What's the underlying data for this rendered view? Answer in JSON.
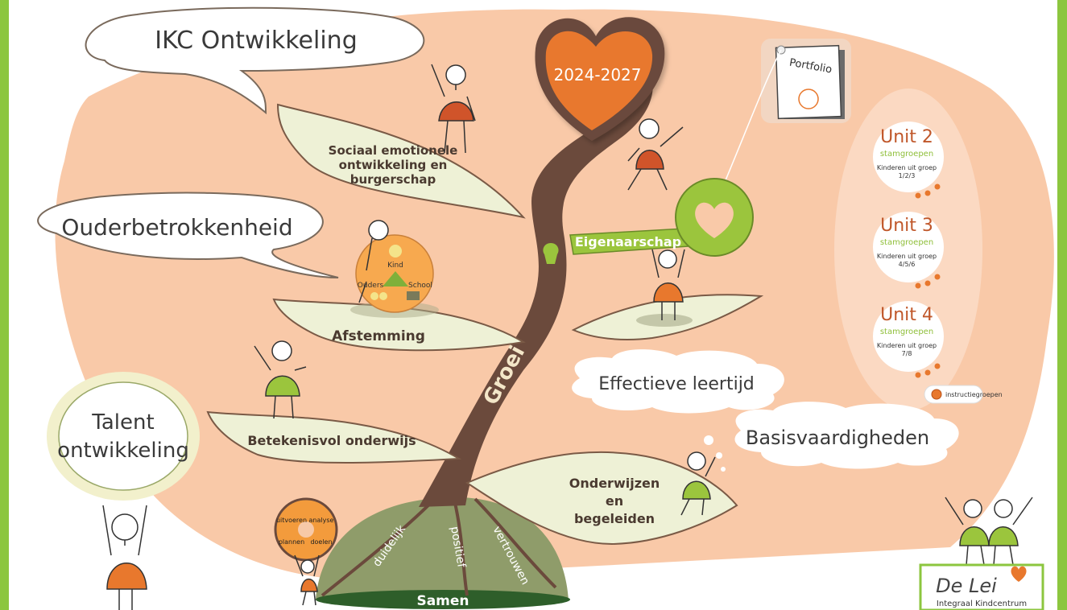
{
  "title_cloud": "IKC Ontwikkeling",
  "parent_cloud": "Ouderbetrokkenheid",
  "talent_cloud": {
    "line1": "Talent",
    "line2": "ontwikkeling"
  },
  "heart_years": "2024-2027",
  "portfolio_label": "Portfolio",
  "key_label": "Eigenaarschap",
  "trunk_label": "Groei",
  "ground_label": "Samen",
  "roots": [
    "duidelijk",
    "positief",
    "vertrouwen"
  ],
  "leaves": {
    "social": [
      "Sociaal emotionele",
      "ontwikkeling en",
      "burgerschap"
    ],
    "afstemming": "Afstemming",
    "betekenisvol": "Betekenisvol onderwijs",
    "onderwijzen": [
      "Onderwijzen",
      "en",
      "begeleiden"
    ]
  },
  "clouds": {
    "effectieve": "Effectieve leertijd",
    "basis": "Basisvaardigheden"
  },
  "triad": {
    "kind": "Kind",
    "ouders": "Ouders",
    "school": "School"
  },
  "cycle": {
    "uitvoeren": "uitvoeren",
    "analyse": "analyse",
    "plannen": "plannen",
    "doelen": "doelen"
  },
  "units": [
    {
      "title": "Unit 2",
      "sub": "stamgroepen",
      "desc1": "Kinderen uit groep",
      "desc2": "1/2/3"
    },
    {
      "title": "Unit 3",
      "sub": "stamgroepen",
      "desc1": "Kinderen uit groep",
      "desc2": "4/5/6"
    },
    {
      "title": "Unit 4",
      "sub": "stamgroepen",
      "desc1": "Kinderen uit groep",
      "desc2": "7/8"
    }
  ],
  "instructie_label": "instructiegroepen",
  "logo": {
    "name": "De Lei",
    "subtitle": "Integraal Kindcentrum"
  },
  "colors": {
    "background_blob": "#f9c9a8",
    "border_green": "#8cc63f",
    "trunk": "#6b4a3c",
    "leaf": "#eef1d6",
    "leaf_outline": "#7a5a46",
    "orange": "#e8782d",
    "lime": "#9bc53d",
    "ground": "#8f9c6a",
    "ground_dark": "#2e5e2a",
    "unit_title": "#c0572a",
    "unit_sub": "#8fbf3a"
  }
}
